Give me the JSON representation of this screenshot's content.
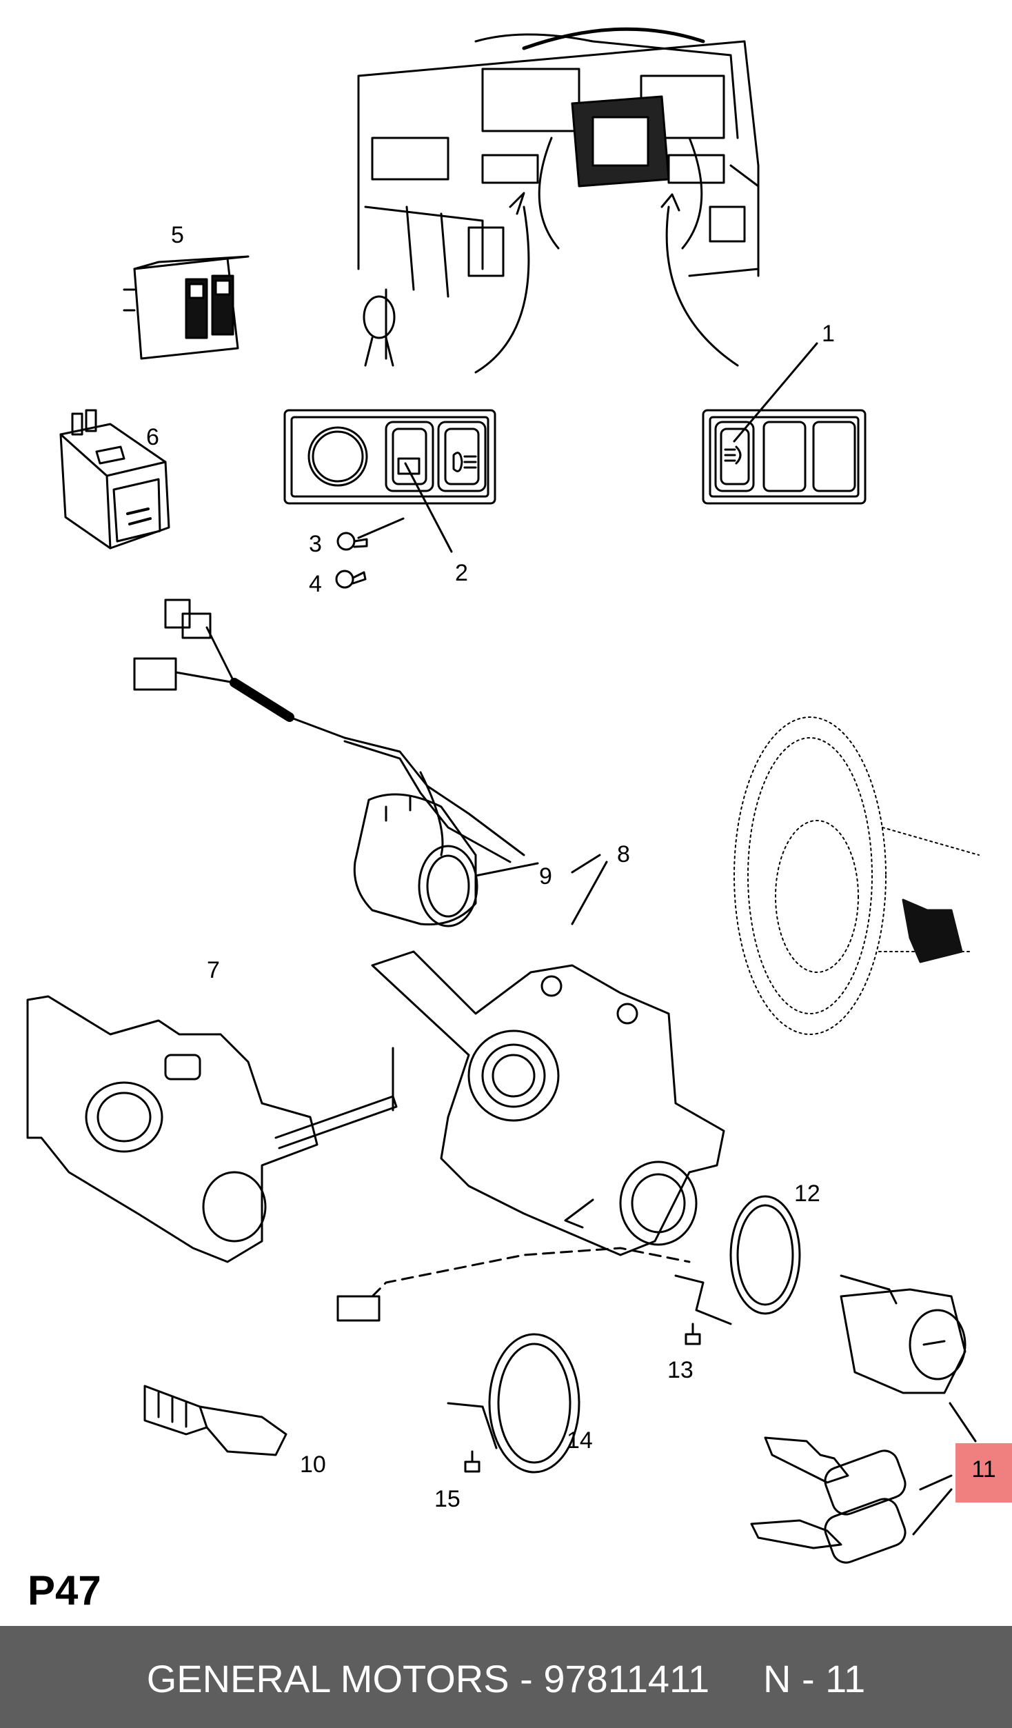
{
  "diagram": {
    "page_code": "P47",
    "highlighted_part": "11",
    "highlight_color": "#f08080",
    "footer": {
      "text": "GENERAL MOTORS - 97811411     N - 11",
      "background": "#5e5e5e"
    },
    "callouts": {
      "c1": "1",
      "c2": "2",
      "c3": "3",
      "c4": "4",
      "c5": "5",
      "c6": "6",
      "c7": "7",
      "c8": "8",
      "c9": "9",
      "c10": "10",
      "c12": "12",
      "c13": "13",
      "c14": "14",
      "c15": "15"
    }
  }
}
